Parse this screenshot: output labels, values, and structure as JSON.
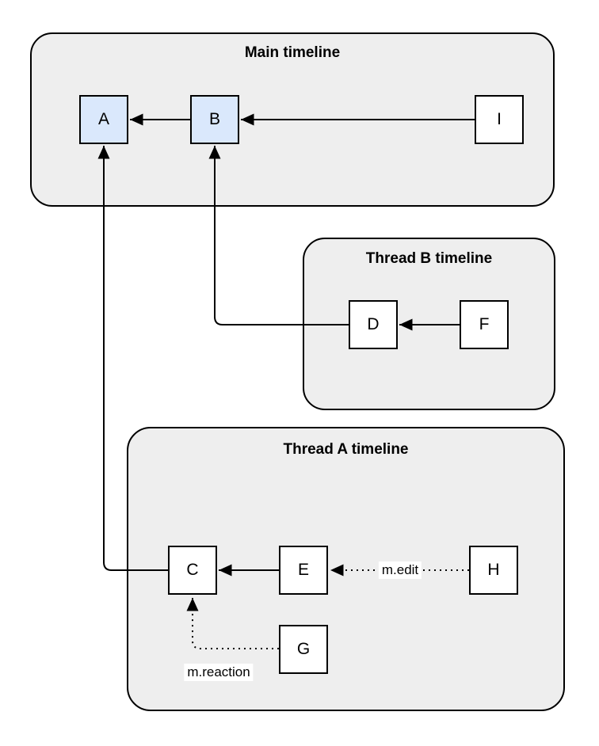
{
  "diagram": {
    "groups": [
      {
        "id": "main",
        "title": "Main timeline"
      },
      {
        "id": "thread-b",
        "title": "Thread B timeline"
      },
      {
        "id": "thread-a",
        "title": "Thread A timeline"
      }
    ],
    "nodes": [
      {
        "id": "A",
        "label": "A",
        "fill": "#dae8fc",
        "group": "main"
      },
      {
        "id": "B",
        "label": "B",
        "fill": "#dae8fc",
        "group": "main"
      },
      {
        "id": "I",
        "label": "I",
        "fill": "#ffffff",
        "group": "main"
      },
      {
        "id": "D",
        "label": "D",
        "fill": "#ffffff",
        "group": "thread-b"
      },
      {
        "id": "F",
        "label": "F",
        "fill": "#ffffff",
        "group": "thread-b"
      },
      {
        "id": "C",
        "label": "C",
        "fill": "#ffffff",
        "group": "thread-a"
      },
      {
        "id": "E",
        "label": "E",
        "fill": "#ffffff",
        "group": "thread-a"
      },
      {
        "id": "H",
        "label": "H",
        "fill": "#ffffff",
        "group": "thread-a"
      },
      {
        "id": "G",
        "label": "G",
        "fill": "#ffffff",
        "group": "thread-a"
      }
    ],
    "edges": [
      {
        "from": "B",
        "to": "A",
        "style": "solid",
        "label": ""
      },
      {
        "from": "I",
        "to": "B",
        "style": "solid",
        "label": ""
      },
      {
        "from": "F",
        "to": "D",
        "style": "solid",
        "label": ""
      },
      {
        "from": "E",
        "to": "C",
        "style": "solid",
        "label": ""
      },
      {
        "from": "H",
        "to": "E",
        "style": "dotted",
        "label": "m.edit"
      },
      {
        "from": "D",
        "to": "B",
        "style": "solid",
        "label": ""
      },
      {
        "from": "C",
        "to": "A",
        "style": "solid",
        "label": ""
      },
      {
        "from": "G",
        "to": "C",
        "style": "dotted",
        "label": "m.reaction"
      }
    ],
    "colors": {
      "group_fill": "#eeeeee",
      "node_blue_fill": "#dae8fc",
      "node_white_fill": "#ffffff",
      "stroke": "#000000",
      "label_background": "#ffffff"
    }
  }
}
